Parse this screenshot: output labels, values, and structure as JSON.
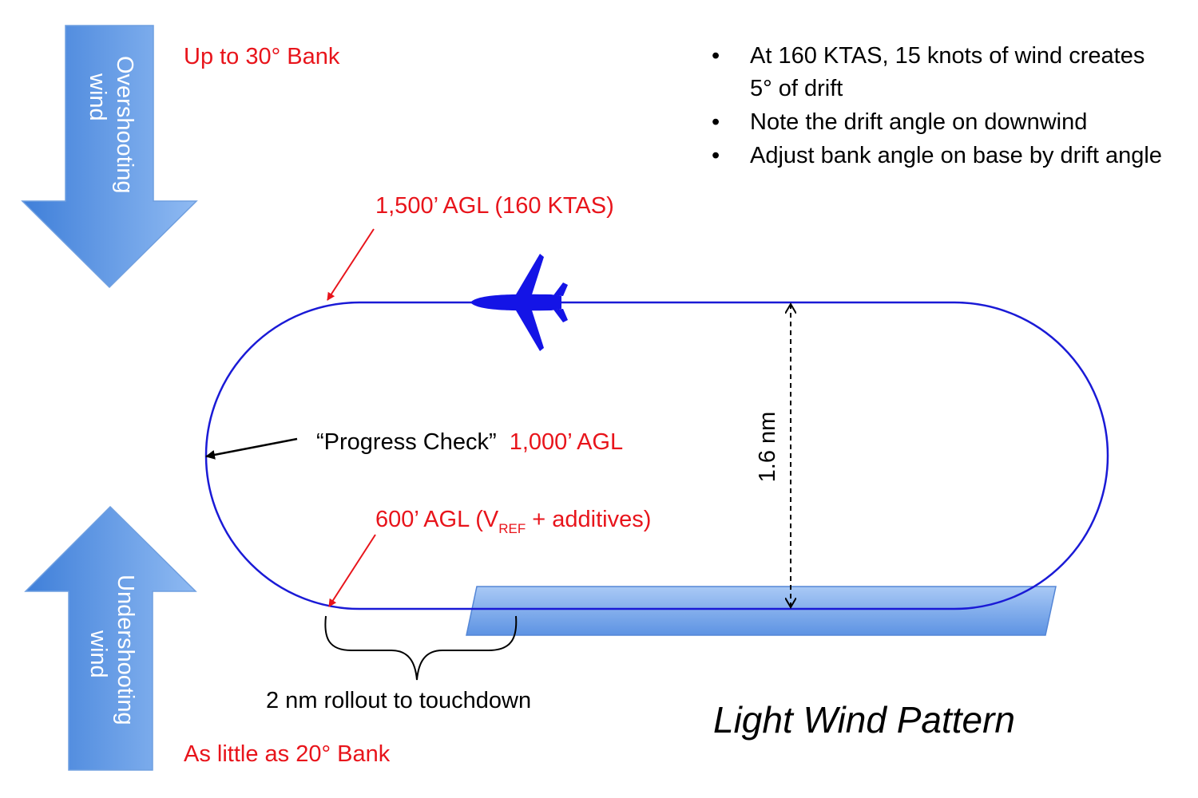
{
  "labels": {
    "overshooting_wind": [
      "Overshooting",
      "wind"
    ],
    "undershooting_wind": [
      "Undershooting",
      "wind"
    ],
    "top_bank": "Up to 30° Bank",
    "bottom_bank": "As little as 20° Bank",
    "downwind_altitude": "1,500’ AGL (160 KTAS)",
    "progress_check_quote": "“Progress Check”",
    "progress_check_altitude": "1,000’ AGL",
    "final_altitude_prefix": "600’ AGL (V",
    "final_altitude_subscript": "REF",
    "final_altitude_suffix": " + additives)",
    "pattern_width": "1.6 nm",
    "rollout": "2 nm rollout to touchdown",
    "title": "Light Wind Pattern"
  },
  "notes": [
    "At 160 KTAS, 15 knots of wind creates 5° of drift",
    "Note the drift angle on downwind",
    "Adjust bank angle on base by drift angle"
  ],
  "colors": {
    "pattern_line": "#1a1ad6",
    "aircraft": "#1414e6",
    "label_red": "#e8141b",
    "pointer_red": "#e8141b",
    "wind_arrow": "#5b95e3",
    "runway": "#7aa9ea"
  },
  "icons": {
    "aircraft": "jet-aircraft-icon",
    "overshooting": "down-arrow-icon",
    "undershooting": "up-arrow-icon"
  }
}
